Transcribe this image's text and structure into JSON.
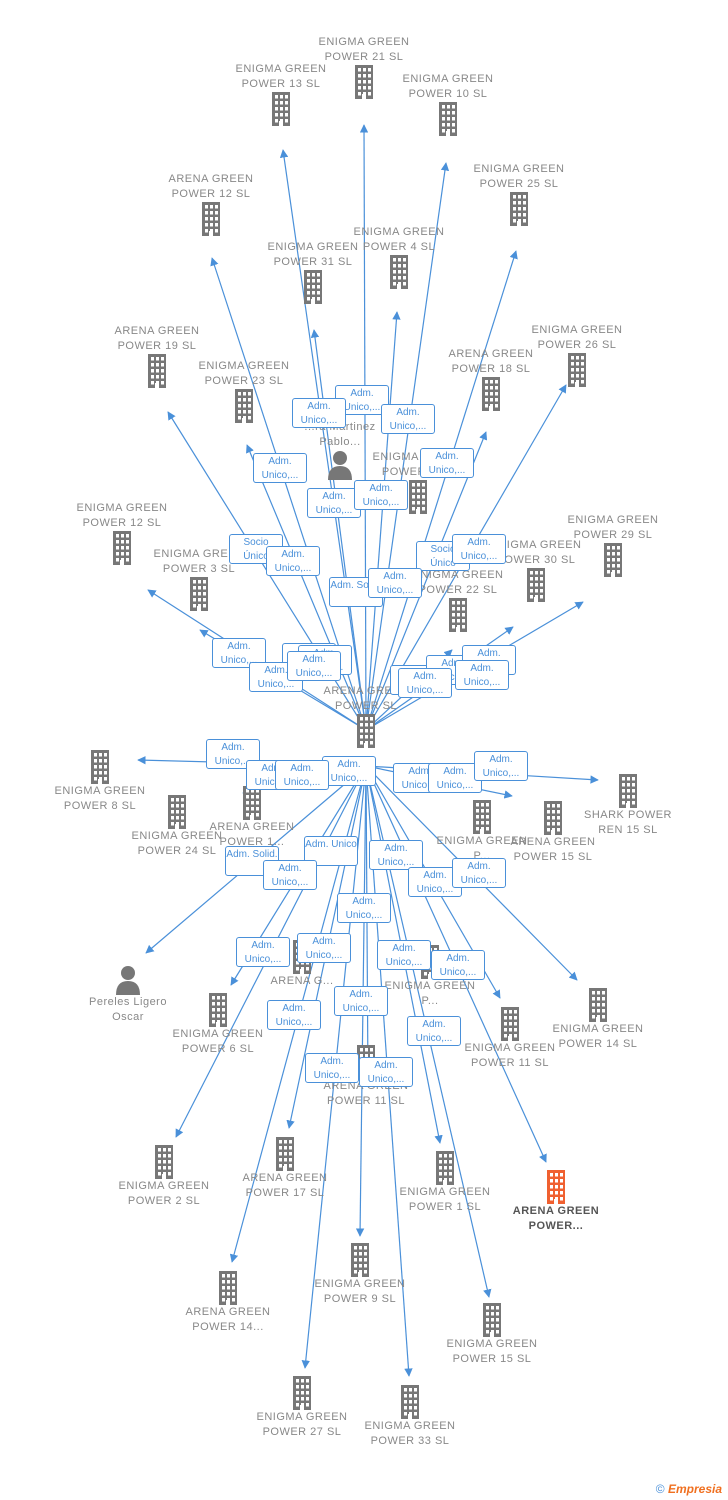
{
  "colors": {
    "edge": "#4a90d9",
    "node": "#777777",
    "highlight": "#f06030",
    "tag_text": "#4a90d9"
  },
  "center": {
    "label": "ARENA GREEN POWER  SL"
  },
  "nodes": [
    {
      "id": "n1",
      "label": "ENIGMA GREEN POWER 21  SL",
      "type": "company"
    },
    {
      "id": "n2",
      "label": "ENIGMA GREEN POWER 13  SL",
      "type": "company"
    },
    {
      "id": "n3",
      "label": "ENIGMA GREEN POWER 10  SL",
      "type": "company"
    },
    {
      "id": "n4",
      "label": "ARENA GREEN POWER 12  SL",
      "type": "company"
    },
    {
      "id": "n5",
      "label": "ENIGMA GREEN POWER 25  SL",
      "type": "company"
    },
    {
      "id": "n6",
      "label": "ENIGMA GREEN POWER 31  SL",
      "type": "company"
    },
    {
      "id": "n7",
      "label": "ENIGMA GREEN POWER 4  SL",
      "type": "company"
    },
    {
      "id": "n8",
      "label": "ARENA GREEN POWER 19  SL",
      "type": "company"
    },
    {
      "id": "n9",
      "label": "ENIGMA GREEN POWER 23  SL",
      "type": "company"
    },
    {
      "id": "n10",
      "label": "ARENA GREEN POWER 18  SL",
      "type": "company"
    },
    {
      "id": "n11",
      "label": "ENIGMA GREEN POWER 26  SL",
      "type": "company"
    },
    {
      "id": "n12",
      "label": "ENIGMA GREEN POWER 12  SL",
      "type": "company"
    },
    {
      "id": "n13",
      "label": "ENIGMA GREEN POWER 3  SL",
      "type": "company"
    },
    {
      "id": "n14",
      "label": "ENIGMA GREEN POWER 29  SL",
      "type": "company"
    },
    {
      "id": "n15",
      "label": "ENIGMA GREEN POWER 30  SL",
      "type": "company"
    },
    {
      "id": "n16",
      "label": "ENIGMA GREEN POWER 22  SL",
      "type": "company"
    },
    {
      "id": "n17",
      "label": "ENIGMA GREEN POWER 8  SL",
      "type": "company"
    },
    {
      "id": "n18",
      "label": "ENIGMA GREEN POWER 24  SL",
      "type": "company"
    },
    {
      "id": "n19",
      "label": "SHARK POWER REN 15  SL",
      "type": "company"
    },
    {
      "id": "n20",
      "label": "ARENA GREEN POWER 15  SL",
      "type": "company"
    },
    {
      "id": "n21",
      "label": "Pereles Ligero Oscar",
      "type": "person"
    },
    {
      "id": "n22",
      "label": "ENIGMA GREEN POWER 6  SL",
      "type": "company"
    },
    {
      "id": "n23",
      "label": "ENIGMA GREEN POWER 14  SL",
      "type": "company"
    },
    {
      "id": "n24",
      "label": "ENIGMA GREEN POWER 11  SL",
      "type": "company"
    },
    {
      "id": "n25",
      "label": "ARENA GREEN POWER 11  SL",
      "type": "company"
    },
    {
      "id": "n26",
      "label": "ENIGMA GREEN POWER 2  SL",
      "type": "company"
    },
    {
      "id": "n27",
      "label": "ARENA GREEN POWER 17  SL",
      "type": "company"
    },
    {
      "id": "n28",
      "label": "ENIGMA GREEN POWER 1  SL",
      "type": "company"
    },
    {
      "id": "n29",
      "label": "ARENA GREEN POWER...",
      "type": "company",
      "highlight": true
    },
    {
      "id": "n30",
      "label": "ENIGMA GREEN POWER 9  SL",
      "type": "company"
    },
    {
      "id": "n31",
      "label": "ARENA GREEN POWER 14...",
      "type": "company"
    },
    {
      "id": "n32",
      "label": "ENIGMA GREEN POWER 15  SL",
      "type": "company"
    },
    {
      "id": "n33",
      "label": "ENIGMA GREEN POWER 27  SL",
      "type": "company"
    },
    {
      "id": "n34",
      "label": "ENIGMA GREEN POWER 33  SL",
      "type": "company"
    },
    {
      "id": "n35",
      "label": "ARENA GREEN POWER 1...",
      "type": "company"
    },
    {
      "id": "n36",
      "label": "ENIGMA GREEN P...",
      "type": "company"
    },
    {
      "id": "n37",
      "label": "ARENA G...",
      "type": "company"
    },
    {
      "id": "n38",
      "label": "ENIGMA GREEN P...",
      "type": "company"
    },
    {
      "id": "n39",
      "label": "ENIGMA GREEN POWER 7  SL",
      "type": "company"
    },
    {
      "id": "n40",
      "label": "...ra Martinez Pablo...",
      "type": "person"
    }
  ],
  "tags": [
    "Adm. Unico,...",
    "Adm. Unico,...",
    "Adm. Unico,...",
    "Adm. Unico,...",
    "Adm. Unico,...",
    "Adm. Unico,...",
    "Adm. Unico,...",
    "Socio Único",
    "Adm. Unico,...",
    "Socio Único",
    "Adm. Unico,...",
    "Adm. Solid.",
    "Adm. Unico,...",
    "Adm. Unico,...",
    "Adm. Unico,...",
    "Adm. Unico,...",
    "Adm. Unico,...",
    "Adm. Unico,...",
    "Adm. Unico,...",
    "Adm. Unico,...",
    "Adm. Unico,...",
    "Adm. Unico,...",
    "Adm. Unico,...",
    "Adm. Unico,...",
    "Adm. Unico,...",
    "Adm. Unico,...",
    "Adm. Unico",
    "Adm. Solid.",
    "Adm. Unico,...",
    "Adm. Unico,...",
    "Adm. Unico,...",
    "Adm. Unico,...",
    "Adm. Unico,...",
    "Adm. Unico,...",
    "Adm. Unico,...",
    "Adm. Unico,...",
    "Adm. Unico,...",
    "Adm. Unico,...",
    "Adm. Unico,...",
    "Adm. Unico,...",
    "Adm. Unico,...",
    "Adm. Unico,...",
    "Adm. Unico,...",
    "Adm. Unico,...",
    "Adm. Unico,...",
    "Adm. Unico,..."
  ],
  "footer": {
    "copyright": "©",
    "brand": "Empresia"
  }
}
